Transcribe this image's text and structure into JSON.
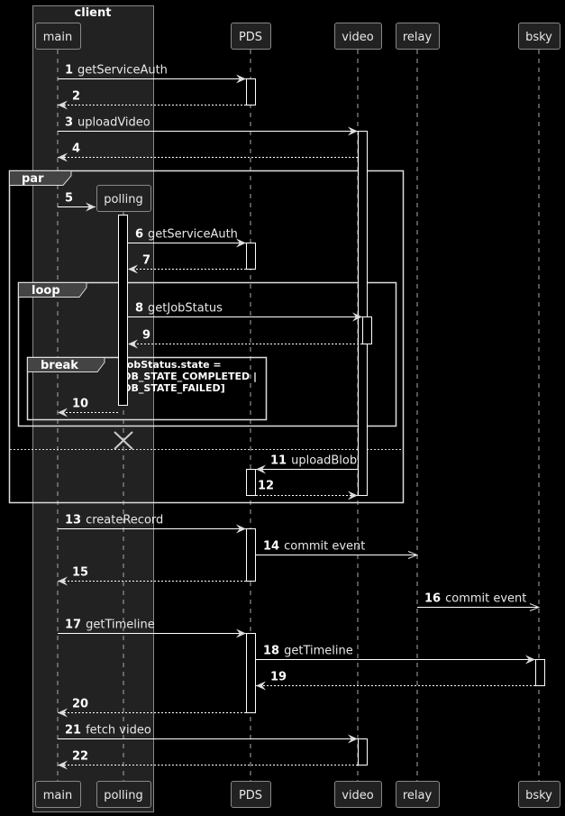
{
  "colors": {
    "background": "#000000",
    "group_box_fill": "#222222",
    "participant_fill": "#222222",
    "participant_border": "#888888",
    "line": "#ffffff",
    "lifeline": "#aaaaaa",
    "frame_tab_fill": "#444444"
  },
  "group_box": {
    "title": "client",
    "members": [
      "main",
      "polling"
    ]
  },
  "participants": [
    {
      "id": "main",
      "label": "main"
    },
    {
      "id": "polling",
      "label": "polling",
      "created_at_message": 5
    },
    {
      "id": "PDS",
      "label": "PDS"
    },
    {
      "id": "video",
      "label": "video"
    },
    {
      "id": "relay",
      "label": "relay"
    },
    {
      "id": "bsky",
      "label": "bsky"
    }
  ],
  "messages": [
    {
      "n": "1",
      "from": "main",
      "to": "PDS",
      "label": "getServiceAuth",
      "style": "sync"
    },
    {
      "n": "2",
      "from": "PDS",
      "to": "main",
      "label": "",
      "style": "return"
    },
    {
      "n": "3",
      "from": "main",
      "to": "video",
      "label": "uploadVideo",
      "style": "sync"
    },
    {
      "n": "4",
      "from": "video",
      "to": "main",
      "label": "",
      "style": "return"
    },
    {
      "n": "5",
      "from": "main",
      "to": "polling",
      "label": "",
      "style": "create"
    },
    {
      "n": "6",
      "from": "polling",
      "to": "PDS",
      "label": "getServiceAuth",
      "style": "sync"
    },
    {
      "n": "7",
      "from": "PDS",
      "to": "polling",
      "label": "",
      "style": "return"
    },
    {
      "n": "8",
      "from": "polling",
      "to": "video",
      "label": "getJobStatus",
      "style": "sync"
    },
    {
      "n": "9",
      "from": "video",
      "to": "polling",
      "label": "",
      "style": "return"
    },
    {
      "n": "10",
      "from": "polling",
      "to": "main",
      "label": "",
      "style": "return"
    },
    {
      "n": "11",
      "from": "video",
      "to": "PDS",
      "label": "uploadBlob",
      "style": "sync"
    },
    {
      "n": "12",
      "from": "PDS",
      "to": "video",
      "label": "",
      "style": "return"
    },
    {
      "n": "13",
      "from": "main",
      "to": "PDS",
      "label": "createRecord",
      "style": "sync"
    },
    {
      "n": "14",
      "from": "PDS",
      "to": "relay",
      "label": "commit event",
      "style": "async"
    },
    {
      "n": "15",
      "from": "PDS",
      "to": "main",
      "label": "",
      "style": "return"
    },
    {
      "n": "16",
      "from": "relay",
      "to": "bsky",
      "label": "commit event",
      "style": "async"
    },
    {
      "n": "17",
      "from": "main",
      "to": "PDS",
      "label": "getTimeline",
      "style": "sync"
    },
    {
      "n": "18",
      "from": "PDS",
      "to": "bsky",
      "label": "getTimeline",
      "style": "sync"
    },
    {
      "n": "19",
      "from": "bsky",
      "to": "PDS",
      "label": "",
      "style": "return"
    },
    {
      "n": "20",
      "from": "PDS",
      "to": "main",
      "label": "",
      "style": "return"
    },
    {
      "n": "21",
      "from": "main",
      "to": "video",
      "label": "fetch video",
      "style": "sync"
    },
    {
      "n": "22",
      "from": "video",
      "to": "main",
      "label": "",
      "style": "return"
    }
  ],
  "fragments": [
    {
      "kind": "par",
      "label": "par",
      "contains_messages": [
        "5",
        "6",
        "7",
        "8",
        "9",
        "10",
        "11",
        "12"
      ],
      "else_before_message": "11"
    },
    {
      "kind": "loop",
      "label": "loop",
      "contains_messages": [
        "8",
        "9",
        "10"
      ]
    },
    {
      "kind": "break",
      "label": "break",
      "condition_lines": [
        "[jobStatus.state =",
        " JOB_STATE_COMPLETED |",
        " JOB_STATE_FAILED]"
      ],
      "contains_messages": [
        "10"
      ]
    }
  ],
  "destroyed": [
    "polling"
  ]
}
